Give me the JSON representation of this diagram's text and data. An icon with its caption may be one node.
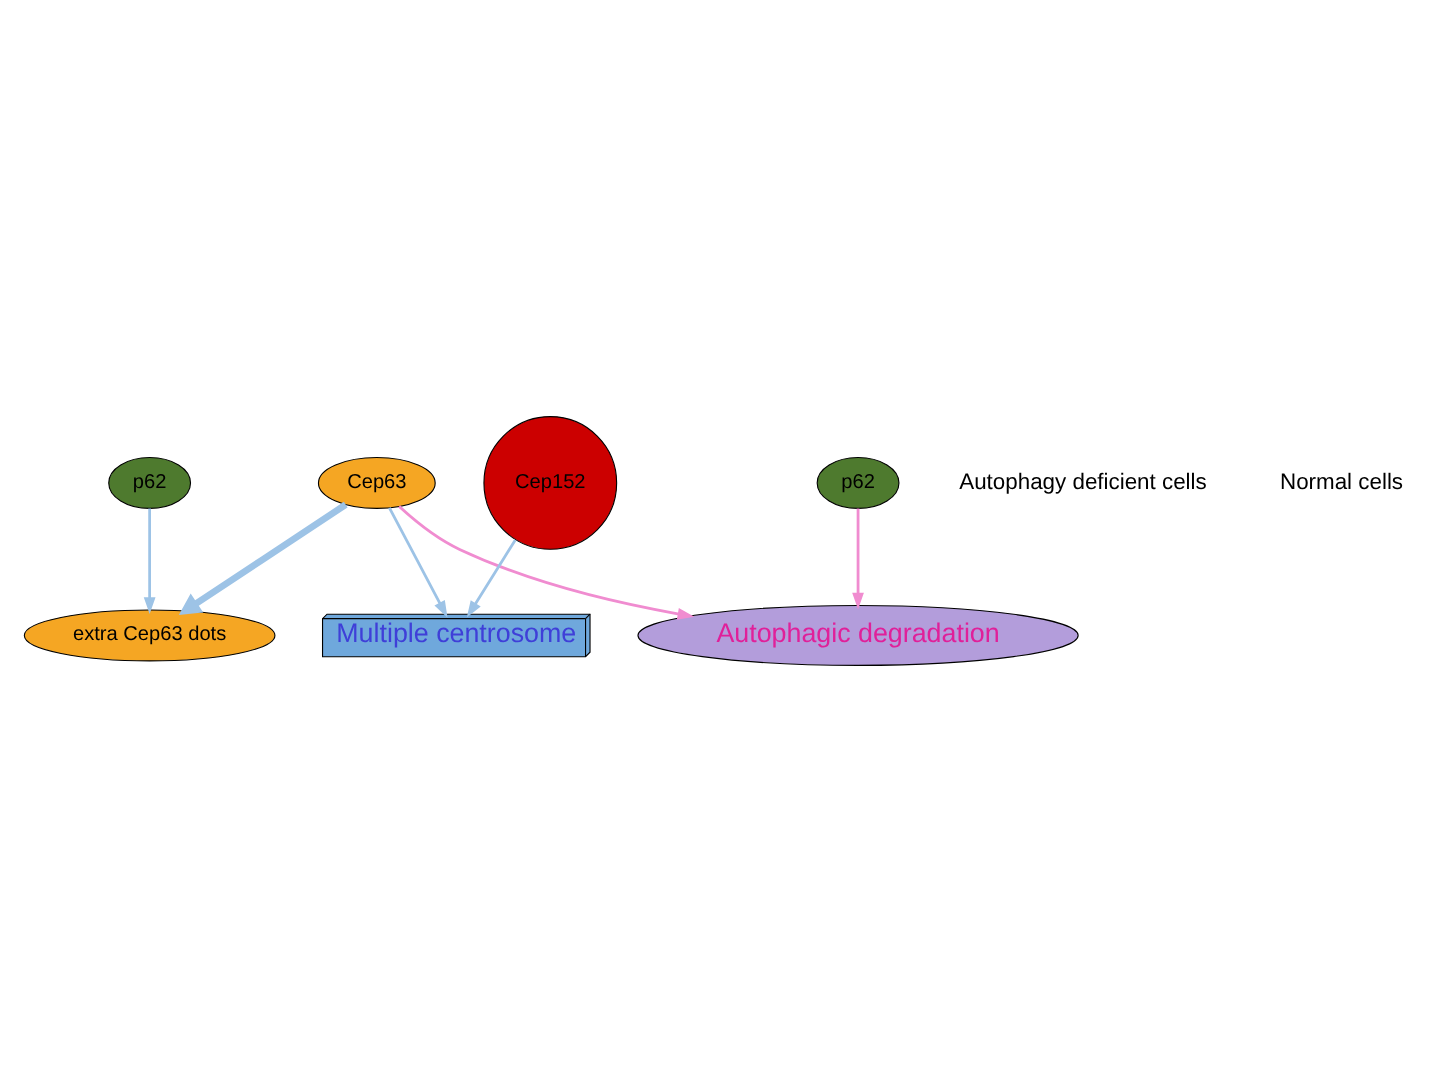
{
  "diagram": {
    "nodes": [
      {
        "text": [
          "Cep63"
        ]
      },
      {
        "text": [
          "p62"
        ]
      },
      {
        "text": [
          "Cep152"
        ]
      },
      {
        "text": [
          "extra Cep63 dots"
        ]
      },
      {
        "text": [
          "Multiple centrosome"
        ]
      },
      {
        "text": [
          "p62"
        ]
      },
      {
        "text": [
          "Autophagic degradation"
        ]
      }
    ],
    "edges": [
      {
        "from": 0,
        "to": 4,
        "arrow": "to"
      },
      {
        "from": 0,
        "to": 3,
        "arrow": "to",
        "style": "thick"
      },
      {
        "from": 1,
        "to": 3,
        "arrow": "to"
      },
      {
        "from": 2,
        "to": 4,
        "arrow": "to"
      },
      {
        "from": 0,
        "to": 6,
        "arrow": "to",
        "color": "#f08cd0"
      },
      {
        "from": 5,
        "to": 6,
        "arrow": "to",
        "color": "#f08cd0"
      }
    ],
    "labels": [
      "Autophagy deficient cells",
      "Normal cells"
    ]
  }
}
